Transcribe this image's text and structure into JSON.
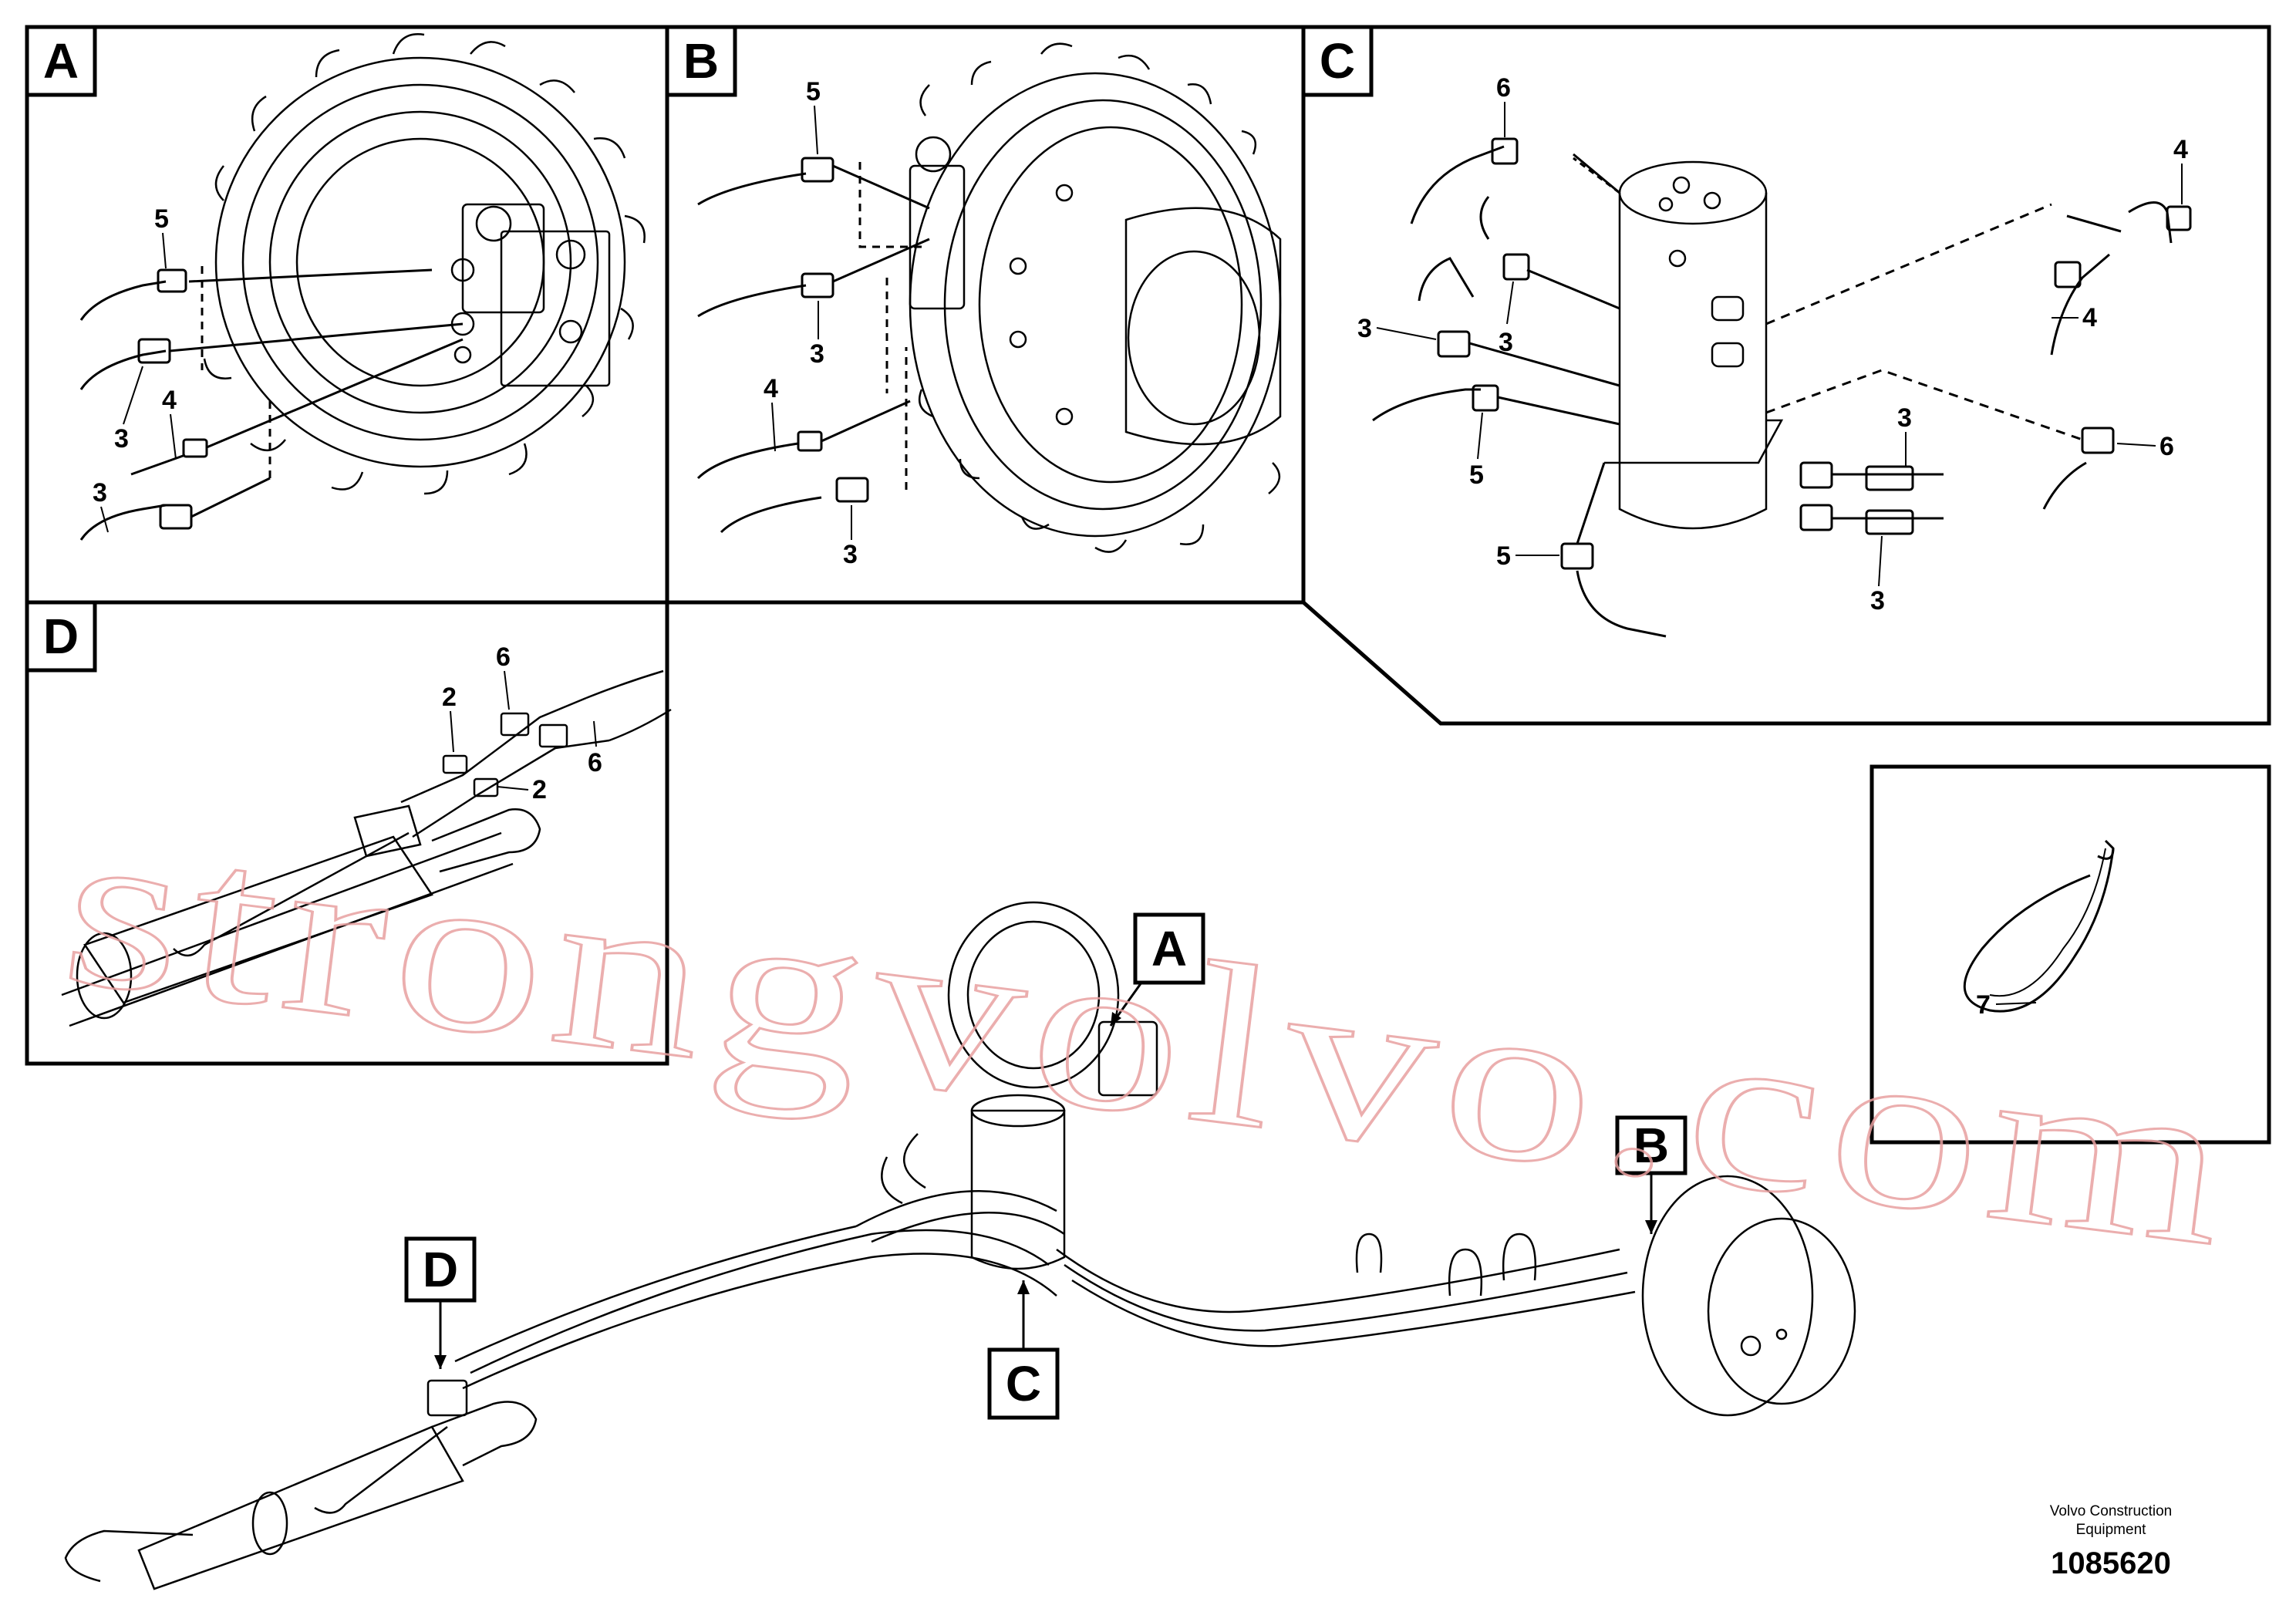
{
  "panels": {
    "a": {
      "letter": "A",
      "callouts": [
        "5",
        "3",
        "4",
        "3"
      ]
    },
    "b": {
      "letter": "B",
      "callouts": [
        "5",
        "3",
        "4",
        "3"
      ]
    },
    "c": {
      "letter": "C",
      "callouts": [
        "6",
        "4",
        "3",
        "3",
        "4",
        "5",
        "3",
        "6",
        "5",
        "3"
      ]
    },
    "d": {
      "letter": "D",
      "callouts": [
        "6",
        "2",
        "6",
        "2"
      ]
    },
    "e": {
      "callouts": [
        "7"
      ]
    }
  },
  "overview": {
    "markers": [
      "A",
      "B",
      "C",
      "D"
    ]
  },
  "watermark": "strongvolvo.com",
  "footer": {
    "brand_line1": "Volvo Construction",
    "brand_line2": "Equipment",
    "drawing_number": "1085620"
  }
}
